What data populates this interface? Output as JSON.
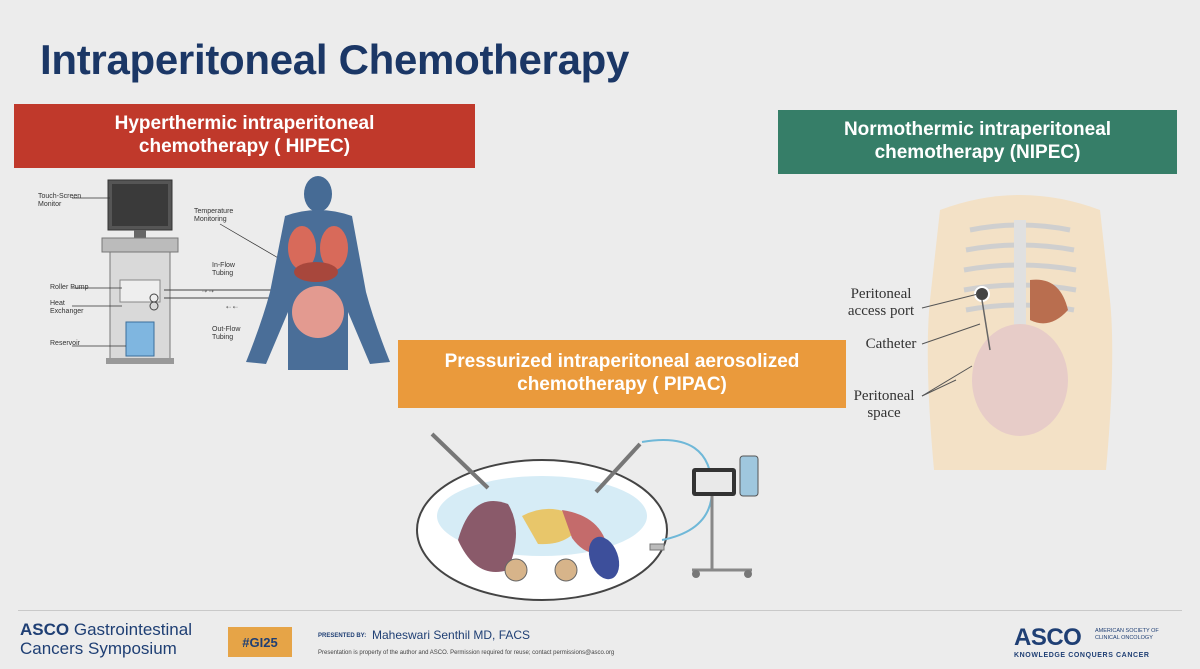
{
  "title": "Intraperitoneal Chemotherapy",
  "hipec": {
    "banner_line1": "Hyperthermic intraperitoneal",
    "banner_line2": "chemotherapy ( HIPEC)",
    "labels": {
      "touch_screen_1": "Touch-Screen",
      "touch_screen_2": "Monitor",
      "temperature_1": "Temperature",
      "temperature_2": "Monitoring",
      "inflow_1": "In-Flow",
      "inflow_2": "Tubing",
      "roller_pump": "Roller Pump",
      "heat_1": "Heat",
      "heat_2": "Exchanger",
      "outflow_1": "Out-Flow",
      "outflow_2": "Tubing",
      "reservoir": "Reservoir"
    }
  },
  "nipec": {
    "banner_line1": "Normothermic intraperitoneal",
    "banner_line2": "chemotherapy (NIPEC)",
    "labels": {
      "port_1": "Peritoneal",
      "port_2": "access port",
      "catheter": "Catheter",
      "space_1": "Peritoneal",
      "space_2": "space"
    }
  },
  "pipac": {
    "banner_line1": "Pressurized intraperitoneal aerosolized",
    "banner_line2": "chemotherapy ( PIPAC)"
  },
  "footer": {
    "asco_gi_1": "ASCO",
    "asco_gi_2": "Gastrointestinal",
    "asco_gi_3": "Cancers Symposium",
    "hashtag": "#GI25",
    "presented_by": "PRESENTED BY:",
    "presenter": "Maheswari Senthil MD, FACS",
    "disclaimer": "Presentation is property of the author and ASCO. Permission required for reuse; contact permissions@asco.org",
    "asco": "ASCO",
    "asco_sub": "AMERICAN SOCIETY OF CLINICAL ONCOLOGY",
    "asco_tagline": "KNOWLEDGE CONQUERS CANCER"
  },
  "colors": {
    "title": "#1b3766",
    "hipec_banner": "#c0392b",
    "nipec_banner": "#367e68",
    "pipac_banner": "#ea9a3c",
    "hashtag_bg": "#e6a447"
  }
}
